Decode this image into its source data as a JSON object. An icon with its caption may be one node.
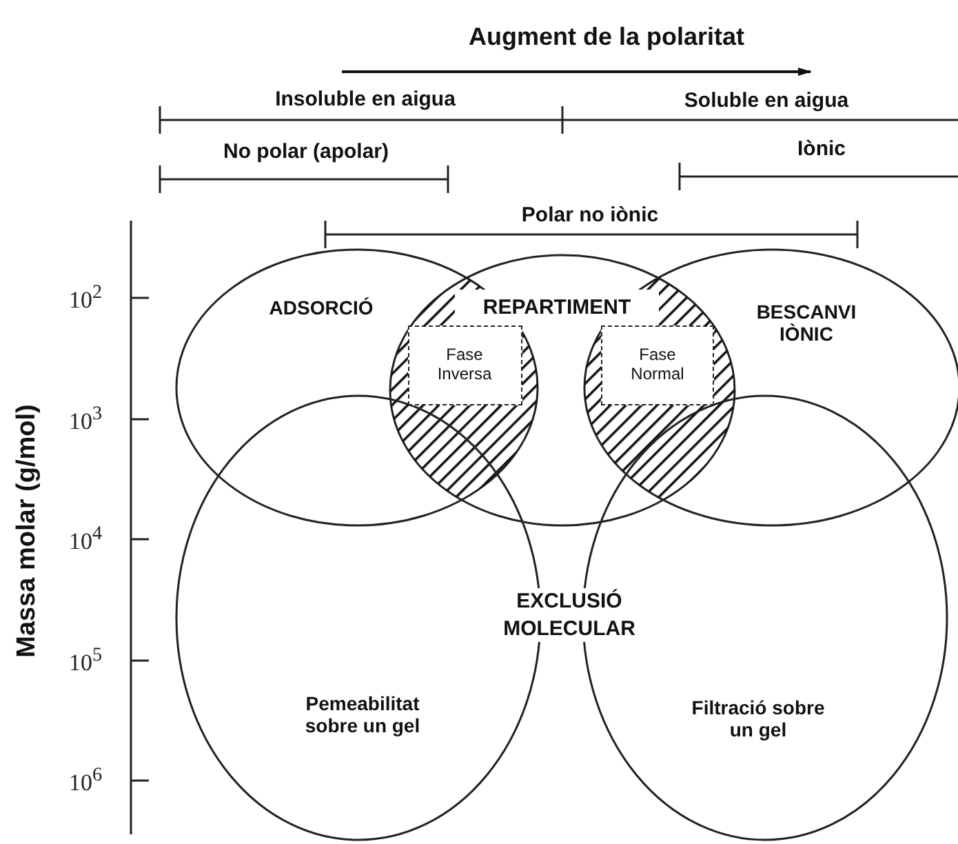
{
  "diagram": {
    "nodes": [
      {
        "text": [
          "ADSORCIÓ"
        ]
      },
      {
        "text": [
          "REPARTIMENT"
        ]
      },
      {
        "text": [
          "BESCANVI IÒNIC"
        ]
      },
      {
        "text": [
          "Fase Inversa"
        ]
      },
      {
        "text": [
          "Fase Normal"
        ]
      },
      {
        "text": [
          "Pemeabilitat sobre un gel"
        ]
      },
      {
        "text": [
          "Filtració sobre un gel"
        ]
      }
    ],
    "labels": [
      "Augment de la polaritat",
      "Insoluble en aigua",
      "Soluble en aigua",
      "No polar (apolar)",
      "Iònic",
      "Polar no iònic",
      "Massa molar (g/mol)",
      "10$^{2}$",
      "10$^{3}$",
      "10$^{4}$",
      "10$^{5}$",
      "10$^{6}$",
      "EXCLUSIÓ MOLECULAR"
    ]
  }
}
